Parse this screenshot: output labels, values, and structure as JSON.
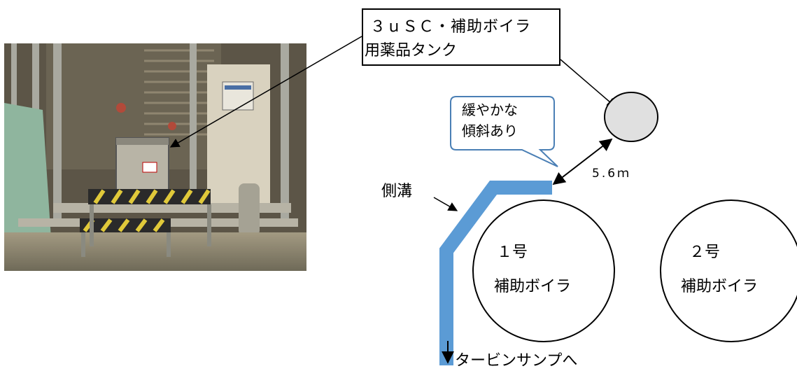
{
  "callout": {
    "line1": "３ｕＳＣ・補助ボイラ",
    "line2": "用薬品タンク"
  },
  "speech_bubble": {
    "line1": "緩やかな",
    "line2": "傾斜あり"
  },
  "distance_label": "5.6ｍ",
  "side_ditch_label": "側溝",
  "boiler1": {
    "number": "１号",
    "name": "補助ボイラ"
  },
  "boiler2": {
    "number": "２号",
    "name": "補助ボイラ"
  },
  "sump_label": "タービンサンプへ",
  "colors": {
    "ditch": "#5b9bd5",
    "bubble_border": "#4a7fb5",
    "tank_fill": "#e0e0e0",
    "photo_bg": "#8a7f6a"
  }
}
